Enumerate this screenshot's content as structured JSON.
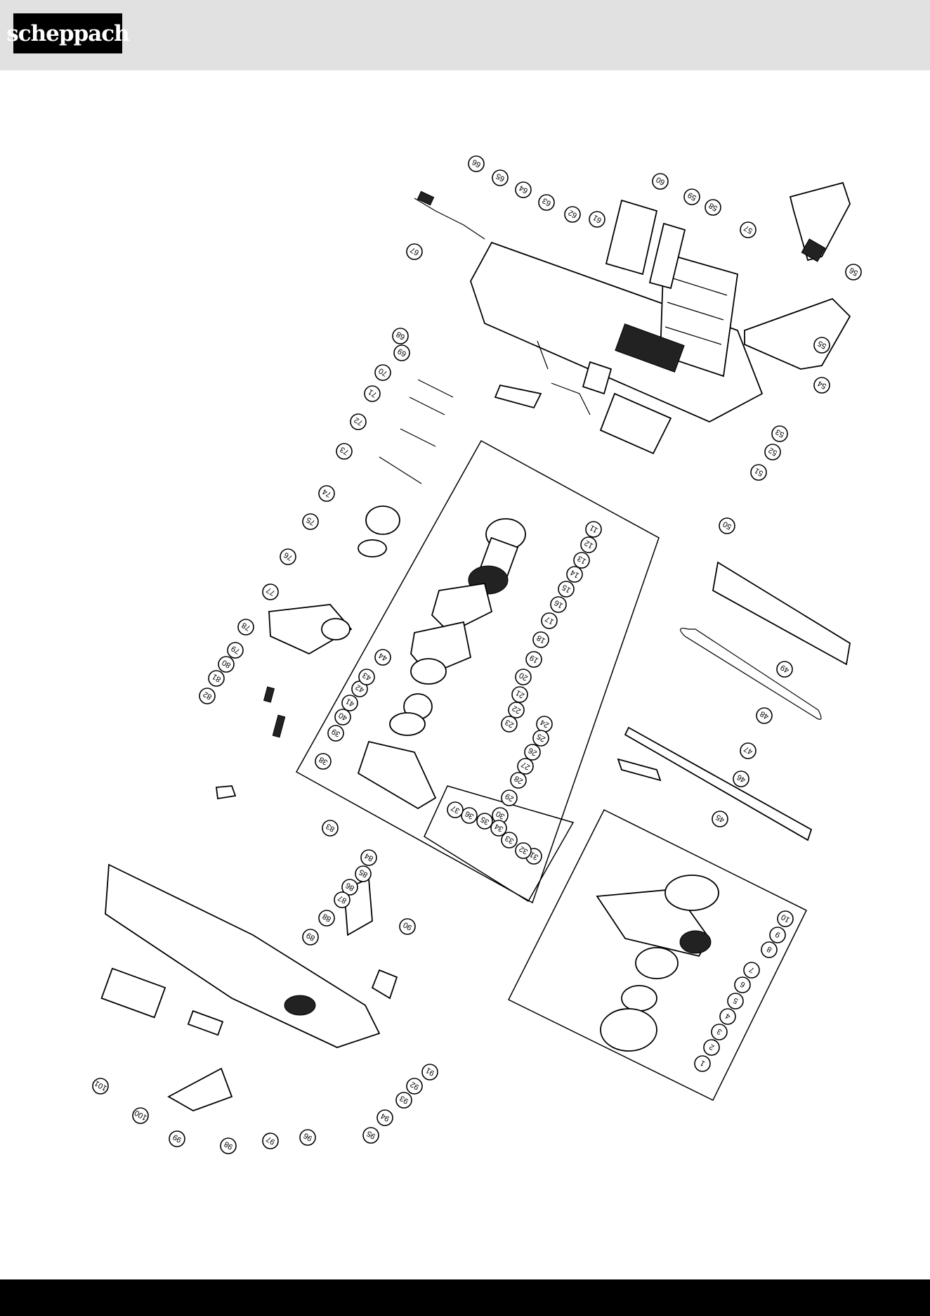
{
  "header": {
    "logo_text": "scheppach"
  },
  "callouts": [
    "1",
    "2",
    "3",
    "4",
    "5",
    "6",
    "7",
    "8",
    "9",
    "10",
    "11",
    "12",
    "13",
    "14",
    "15",
    "16",
    "17",
    "18",
    "19",
    "20",
    "21",
    "22",
    "23",
    "24",
    "25",
    "26",
    "27",
    "28",
    "29",
    "30",
    "31",
    "32",
    "33",
    "34",
    "35",
    "36",
    "37",
    "38",
    "39",
    "40",
    "41",
    "42",
    "43",
    "44",
    "45",
    "46",
    "47",
    "48",
    "49",
    "50",
    "51",
    "52",
    "53",
    "54",
    "55",
    "56",
    "57",
    "58",
    "59",
    "60",
    "61",
    "62",
    "63",
    "64",
    "65",
    "66",
    "67",
    "68",
    "69",
    "70",
    "71",
    "72",
    "73",
    "74",
    "75",
    "76",
    "77",
    "78",
    "79",
    "80",
    "81",
    "82",
    "83",
    "84",
    "85",
    "86",
    "87",
    "88",
    "89",
    "90",
    "91",
    "92",
    "93",
    "94",
    "95",
    "96",
    "97",
    "98",
    "99",
    "100",
    "101"
  ],
  "colors": {
    "header_band": "#e1e1e1",
    "footer_band": "#000000",
    "logo_bg": "#000000"
  }
}
